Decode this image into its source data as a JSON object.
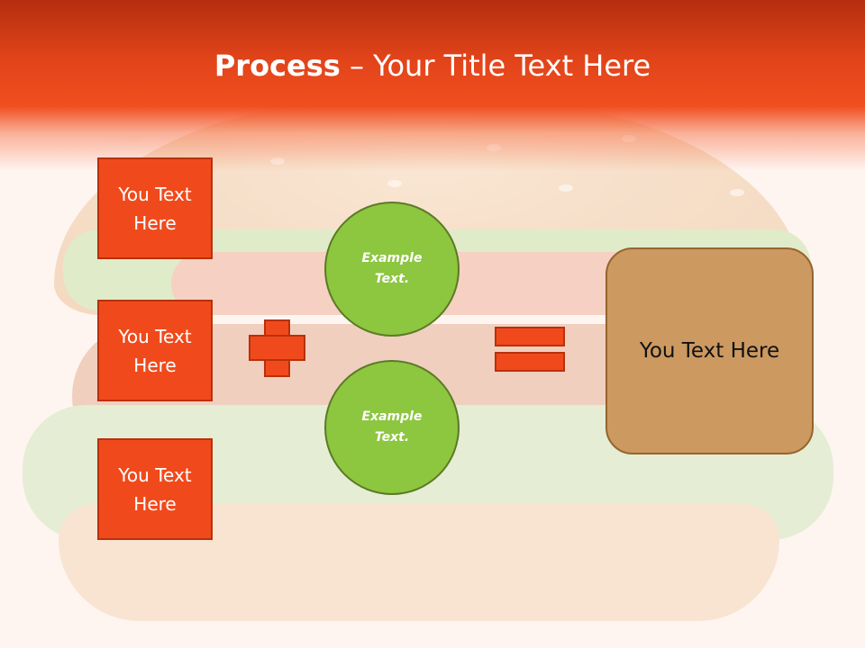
{
  "header": {
    "title_bold": "Process",
    "title_rest": " – Your Title Text Here"
  },
  "left_boxes": [
    {
      "label": "You Text Here"
    },
    {
      "label": "You Text Here"
    },
    {
      "label": "You Text Here"
    }
  ],
  "circles": [
    {
      "label": "Example Text."
    },
    {
      "label": "Example Text."
    }
  ],
  "result": {
    "label": "You Text Here"
  },
  "colors": {
    "header": "#f04e1f",
    "box_fill": "#f04a1c",
    "circle_fill": "#8dc63f",
    "result_fill": "#cc9960"
  },
  "icons": [
    "plus-icon",
    "equals-icon"
  ]
}
